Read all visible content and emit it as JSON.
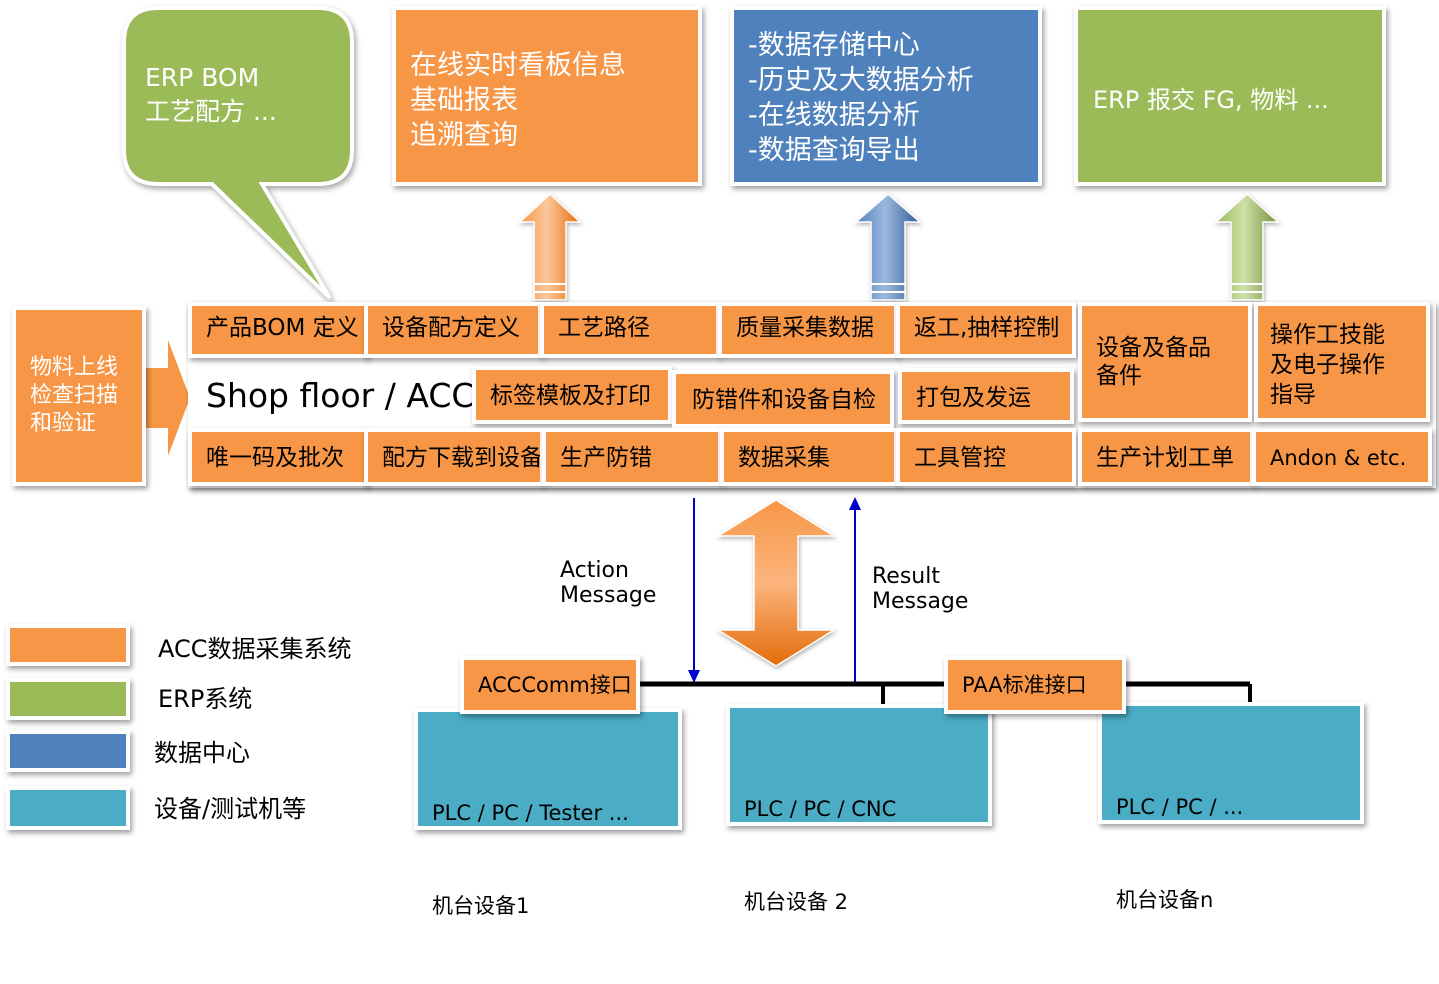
{
  "callout": {
    "line1": "ERP BOM",
    "line2": "工艺配方 ..."
  },
  "top_boxes": {
    "kanban": "在线实时看板信息\n基础报表\n追溯查询",
    "datacenter": "-数据存储中心\n-历史及大数据分析\n-在线数据分析\n-数据查询导出",
    "erp": "ERP 报交 FG, 物料 ..."
  },
  "side_box": "物料上线\n检查扫描\n和验证",
  "shopfloor_title": "Shop floor / ACC",
  "row1": [
    "产品BOM 定义",
    "设备配方定义",
    "工艺路径",
    "质量采集数据",
    "返工,抽样控制"
  ],
  "row2": [
    "标签模板及打印",
    "防错件和设备自检",
    "打包及发运"
  ],
  "row3": [
    "唯一码及批次",
    "配方下载到设备",
    "生产防错",
    "数据采集",
    "工具管控",
    "生产计划工单",
    "Andon & etc."
  ],
  "tall_cells": {
    "spare_parts": "设备及备品\n备件",
    "operator": "操作工技能\n及电子操作\n指导"
  },
  "messages": {
    "action": "Action\nMessage",
    "result": "Result\nMessage"
  },
  "interfaces": {
    "acc": "ACCComm接口",
    "paa": "PAA标准接口"
  },
  "devices": [
    {
      "line1": "PLC / PC / Tester ...",
      "line2": "机台设备1"
    },
    {
      "line1": "PLC / PC / CNC",
      "line2": "机台设备 2"
    },
    {
      "line1": "PLC / PC / ...",
      "line2": "机台设备n"
    }
  ],
  "legend": [
    {
      "label": "ACC数据采集系统",
      "color": "#F79646"
    },
    {
      "label": "ERP系统",
      "color": "#9BBB59"
    },
    {
      "label": "数据中心",
      "color": "#4F81BD"
    },
    {
      "label": "设备/测试机等",
      "color": "#4BACC6"
    }
  ],
  "colors": {
    "orange": "#F79646",
    "green": "#9BBB59",
    "blue": "#4F81BD",
    "teal": "#4BACC6",
    "bus": "#000000",
    "message_arrow": "#0000CC"
  }
}
